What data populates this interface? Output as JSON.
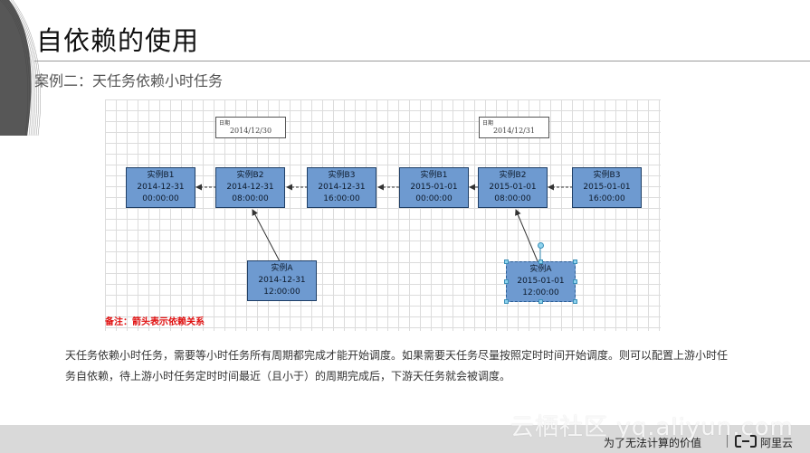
{
  "slide": {
    "title": "自依赖的使用",
    "subtitle": "案例二：天任务依赖小时任务"
  },
  "diagram": {
    "date_label": "日期",
    "dates": [
      "2014/12/30",
      "2014/12/31"
    ],
    "nodes": [
      {
        "name": "实例B1",
        "date": "2014-12-31",
        "time": "00:00:00"
      },
      {
        "name": "实例B2",
        "date": "2014-12-31",
        "time": "08:00:00"
      },
      {
        "name": "实例B3",
        "date": "2014-12-31",
        "time": "16:00:00"
      },
      {
        "name": "实例B1",
        "date": "2015-01-01",
        "time": "00:00:00"
      },
      {
        "name": "实例B2",
        "date": "2015-01-01",
        "time": "08:00:00"
      },
      {
        "name": "实例B3",
        "date": "2015-01-01",
        "time": "16:00:00"
      },
      {
        "name": "实例A",
        "date": "2014-12-31",
        "time": "12:00:00"
      },
      {
        "name": "实例A",
        "date": "2015-01-01",
        "time": "12:00:00"
      }
    ],
    "note": "备注：箭头表示依赖关系"
  },
  "description": "天任务依赖小时任务，需要等小时任务所有周期都完成才能开始调度。如果需要天任务尽量按照定时时间开始调度。则可以配置上游小时任务自依赖，待上游小时任务定时时间最近（且小于）的周期完成后，下游天任务就会被调度。",
  "footer": {
    "watermark": "云栖社区 yq.aliyun.com",
    "slogan": "为了无法计算的价值",
    "logo_text": "阿里云"
  },
  "colors": {
    "node_fill": "#6e9ad0",
    "node_border": "#1f3f66",
    "note": "#e01010",
    "footer_bg": "#d9d9d9"
  }
}
